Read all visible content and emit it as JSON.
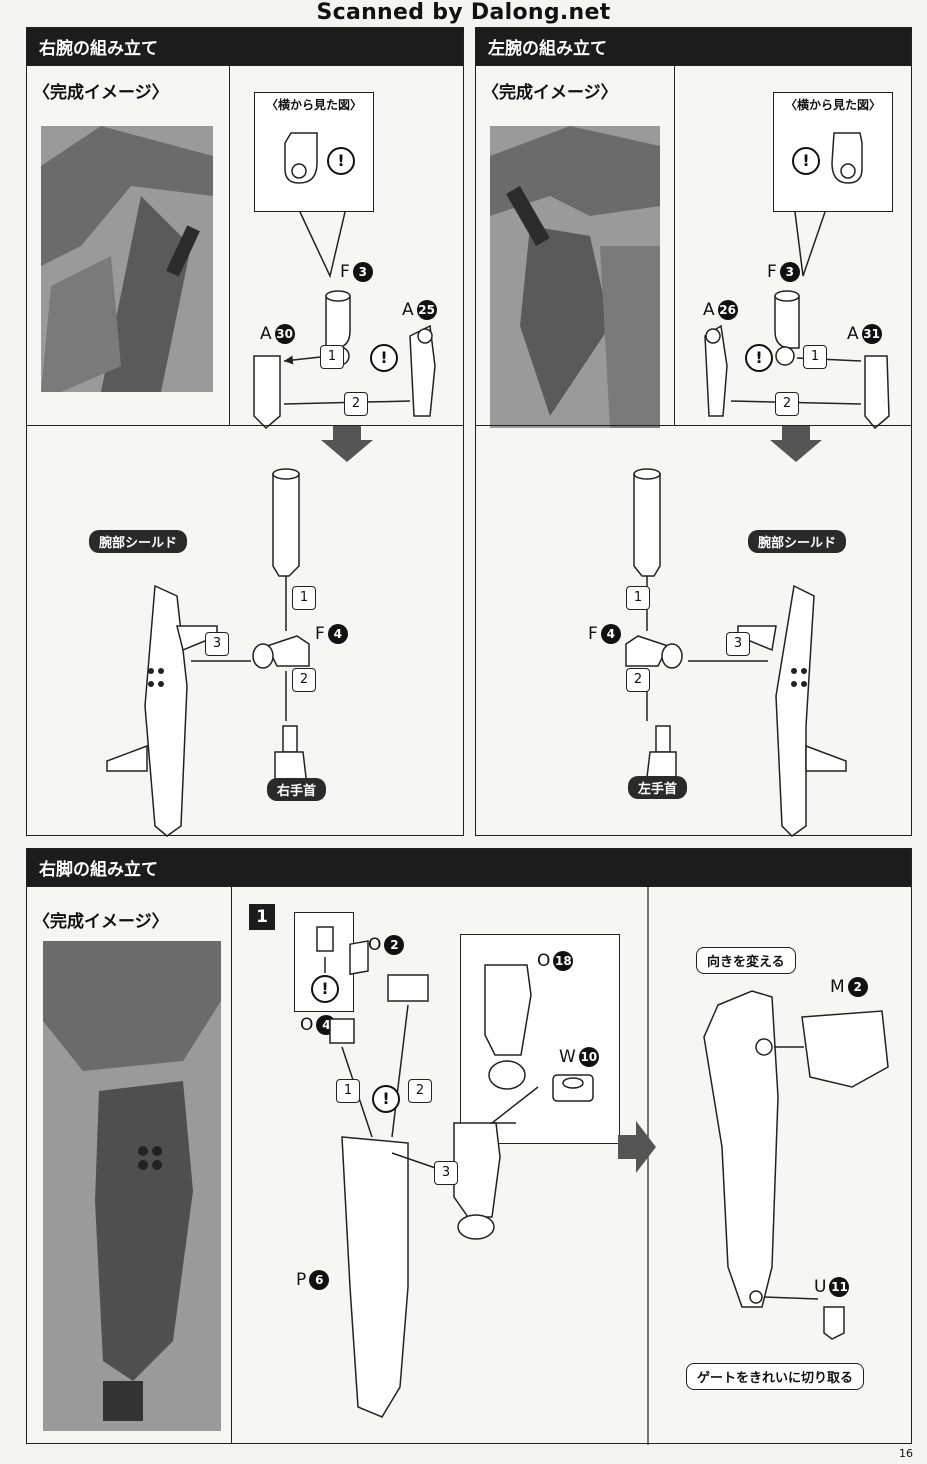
{
  "watermark": "Scanned by Dalong.net",
  "page_number": "16",
  "right_arm": {
    "title": "右腕の組み立て",
    "image_label": "〈完成イメージ〉",
    "side_view": "〈横から見た図〉",
    "parts": {
      "f": "F",
      "f_num": "3",
      "a1": "A",
      "a1_num": "30",
      "a2": "A",
      "a2_num": "25",
      "f2": "F",
      "f2_num": "4"
    },
    "steps": [
      "1",
      "2",
      "3"
    ],
    "shield_label": "腕部シールド",
    "wrist_label": "右手首"
  },
  "left_arm": {
    "title": "左腕の組み立て",
    "image_label": "〈完成イメージ〉",
    "side_view": "〈横から見た図〉",
    "parts": {
      "f": "F",
      "f_num": "3",
      "a1": "A",
      "a1_num": "26",
      "a2": "A",
      "a2_num": "31",
      "f2": "F",
      "f2_num": "4"
    },
    "steps": [
      "1",
      "2",
      "3"
    ],
    "shield_label": "腕部シールド",
    "wrist_label": "左手首"
  },
  "right_leg": {
    "title": "右脚の組み立て",
    "image_label": "〈完成イメージ〉",
    "step_number": "1",
    "parts": {
      "o2": "O",
      "o2_num": "2",
      "o4": "O",
      "o4_num": "4",
      "o18": "O",
      "o18_num": "18",
      "w10": "W",
      "w10_num": "10",
      "p6": "P",
      "p6_num": "6",
      "m2": "M",
      "m2_num": "2",
      "u11": "U",
      "u11_num": "11"
    },
    "steps": [
      "1",
      "2",
      "3"
    ],
    "turn_label": "向きを変える",
    "gate_label": "ゲートをきれいに切り取る"
  },
  "warning_glyph": "!"
}
